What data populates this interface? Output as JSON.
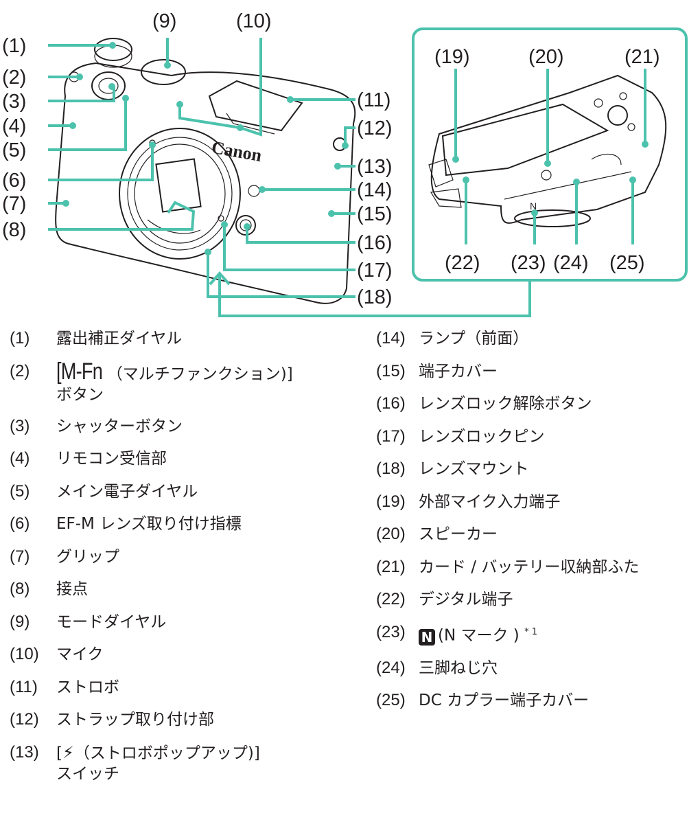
{
  "diagram": {
    "accent_color": "#4cc2ad",
    "brand_text": "Canon",
    "callouts": [
      "(1)",
      "(2)",
      "(3)",
      "(4)",
      "(5)",
      "(6)",
      "(7)",
      "(8)",
      "(9)",
      "(10)",
      "(11)",
      "(12)",
      "(13)",
      "(14)",
      "(15)",
      "(16)",
      "(17)",
      "(18)",
      "(19)",
      "(20)",
      "(21)",
      "(22)",
      "(23)",
      "(24)",
      "(25)"
    ]
  },
  "legend": {
    "left": [
      {
        "num": "(1)",
        "text": "露出補正ダイヤル"
      },
      {
        "num": "(2)",
        "prefix": "[M-Fn",
        "text": "（マルチファンクション)]",
        "text2": "ボタン"
      },
      {
        "num": "(3)",
        "text": "シャッターボタン"
      },
      {
        "num": "(4)",
        "text": "リモコン受信部"
      },
      {
        "num": "(5)",
        "text": "メイン電子ダイヤル"
      },
      {
        "num": "(6)",
        "text": "EF-M レンズ取り付け指標"
      },
      {
        "num": "(7)",
        "text": "グリップ"
      },
      {
        "num": "(8)",
        "text": "接点"
      },
      {
        "num": "(9)",
        "text": "モードダイヤル"
      },
      {
        "num": "(10)",
        "text": "マイク"
      },
      {
        "num": "(11)",
        "text": "ストロボ"
      },
      {
        "num": "(12)",
        "text": "ストラップ取り付け部"
      },
      {
        "num": "(13)",
        "prefix": "[",
        "icon": "flash-popup-icon",
        "text": "（ストロボポップアップ)]",
        "text2": "スイッチ"
      }
    ],
    "right": [
      {
        "num": "(14)",
        "text": "ランプ（前面）"
      },
      {
        "num": "(15)",
        "text": "端子カバー"
      },
      {
        "num": "(16)",
        "text": "レンズロック解除ボタン"
      },
      {
        "num": "(17)",
        "text": "レンズロックピン"
      },
      {
        "num": "(18)",
        "text": "レンズマウント"
      },
      {
        "num": "(19)",
        "text": "外部マイク入力端子"
      },
      {
        "num": "(20)",
        "text": "スピーカー"
      },
      {
        "num": "(21)",
        "text": "カード / バッテリー収納部ふた"
      },
      {
        "num": "(22)",
        "text": "デジタル端子"
      },
      {
        "num": "(23)",
        "icon": "nfc-n-mark-icon",
        "icon_glyph": "N",
        "text": "(N マーク )",
        "footnote": "* 1"
      },
      {
        "num": "(24)",
        "text": "三脚ねじ穴"
      },
      {
        "num": "(25)",
        "text": "DC カプラー端子カバー"
      }
    ]
  }
}
